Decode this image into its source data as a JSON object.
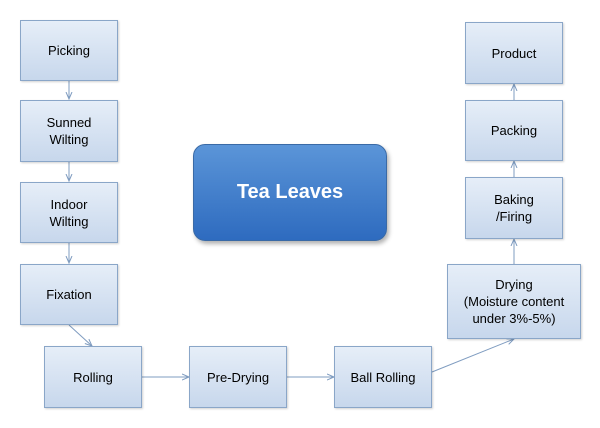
{
  "center_title": "Tea Leaves",
  "steps": {
    "picking": "Picking",
    "sunned_wilting": "Sunned\nWilting",
    "indoor_wilting": "Indoor\nWilting",
    "fixation": "Fixation",
    "rolling": "Rolling",
    "pre_drying": "Pre-Drying",
    "ball_rolling": "Ball Rolling",
    "drying": "Drying\n(Moisture content\nunder 3%-5%)",
    "baking": "Baking\n/Firing",
    "packing": "Packing",
    "product": "Product"
  }
}
